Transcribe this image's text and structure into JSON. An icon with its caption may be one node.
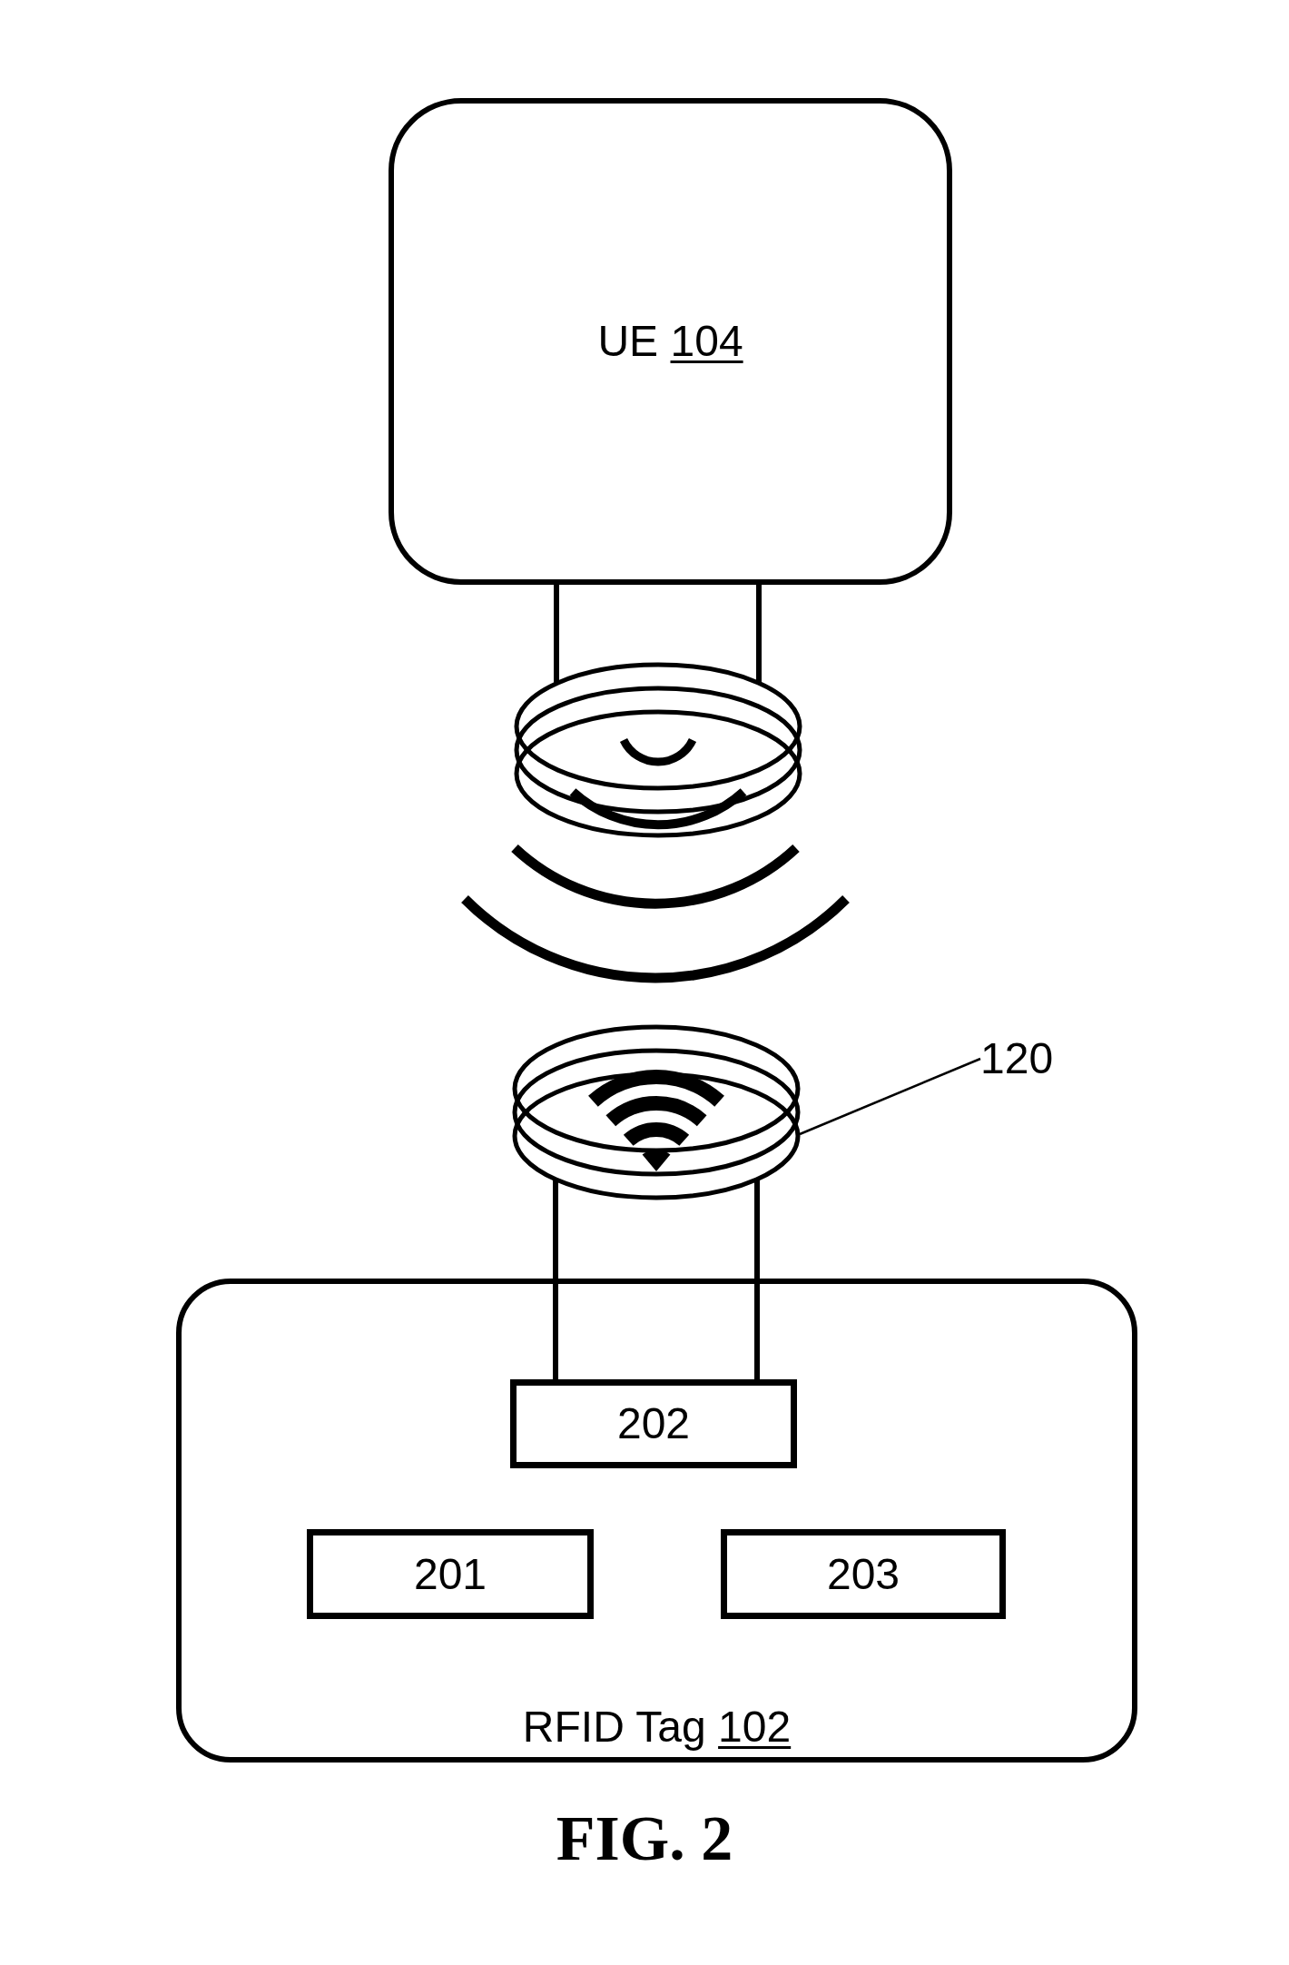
{
  "diagram": {
    "caption": "FIG. 2",
    "nodes": [
      {
        "text": [
          "UE",
          "104"
        ]
      },
      {
        "text": [],
        "shape": "coil"
      },
      {
        "text": [],
        "shape": "coil"
      },
      {
        "text": [
          "120"
        ]
      },
      {
        "text": [
          "RFID Tag",
          "102"
        ]
      },
      {
        "text": [
          "202"
        ],
        "in": 4
      },
      {
        "text": [
          "201"
        ],
        "in": 4
      },
      {
        "text": [
          "203"
        ],
        "in": 4
      }
    ],
    "edges": [
      {
        "from": 0,
        "to": 1,
        "arrow": "none"
      },
      {
        "from": 0,
        "to": 1,
        "arrow": "none"
      },
      {
        "from": 2,
        "to": 5,
        "arrow": "none"
      },
      {
        "from": 2,
        "to": 5,
        "arrow": "none"
      },
      {
        "from": 3,
        "to": 2,
        "arrow": "none"
      }
    ]
  }
}
